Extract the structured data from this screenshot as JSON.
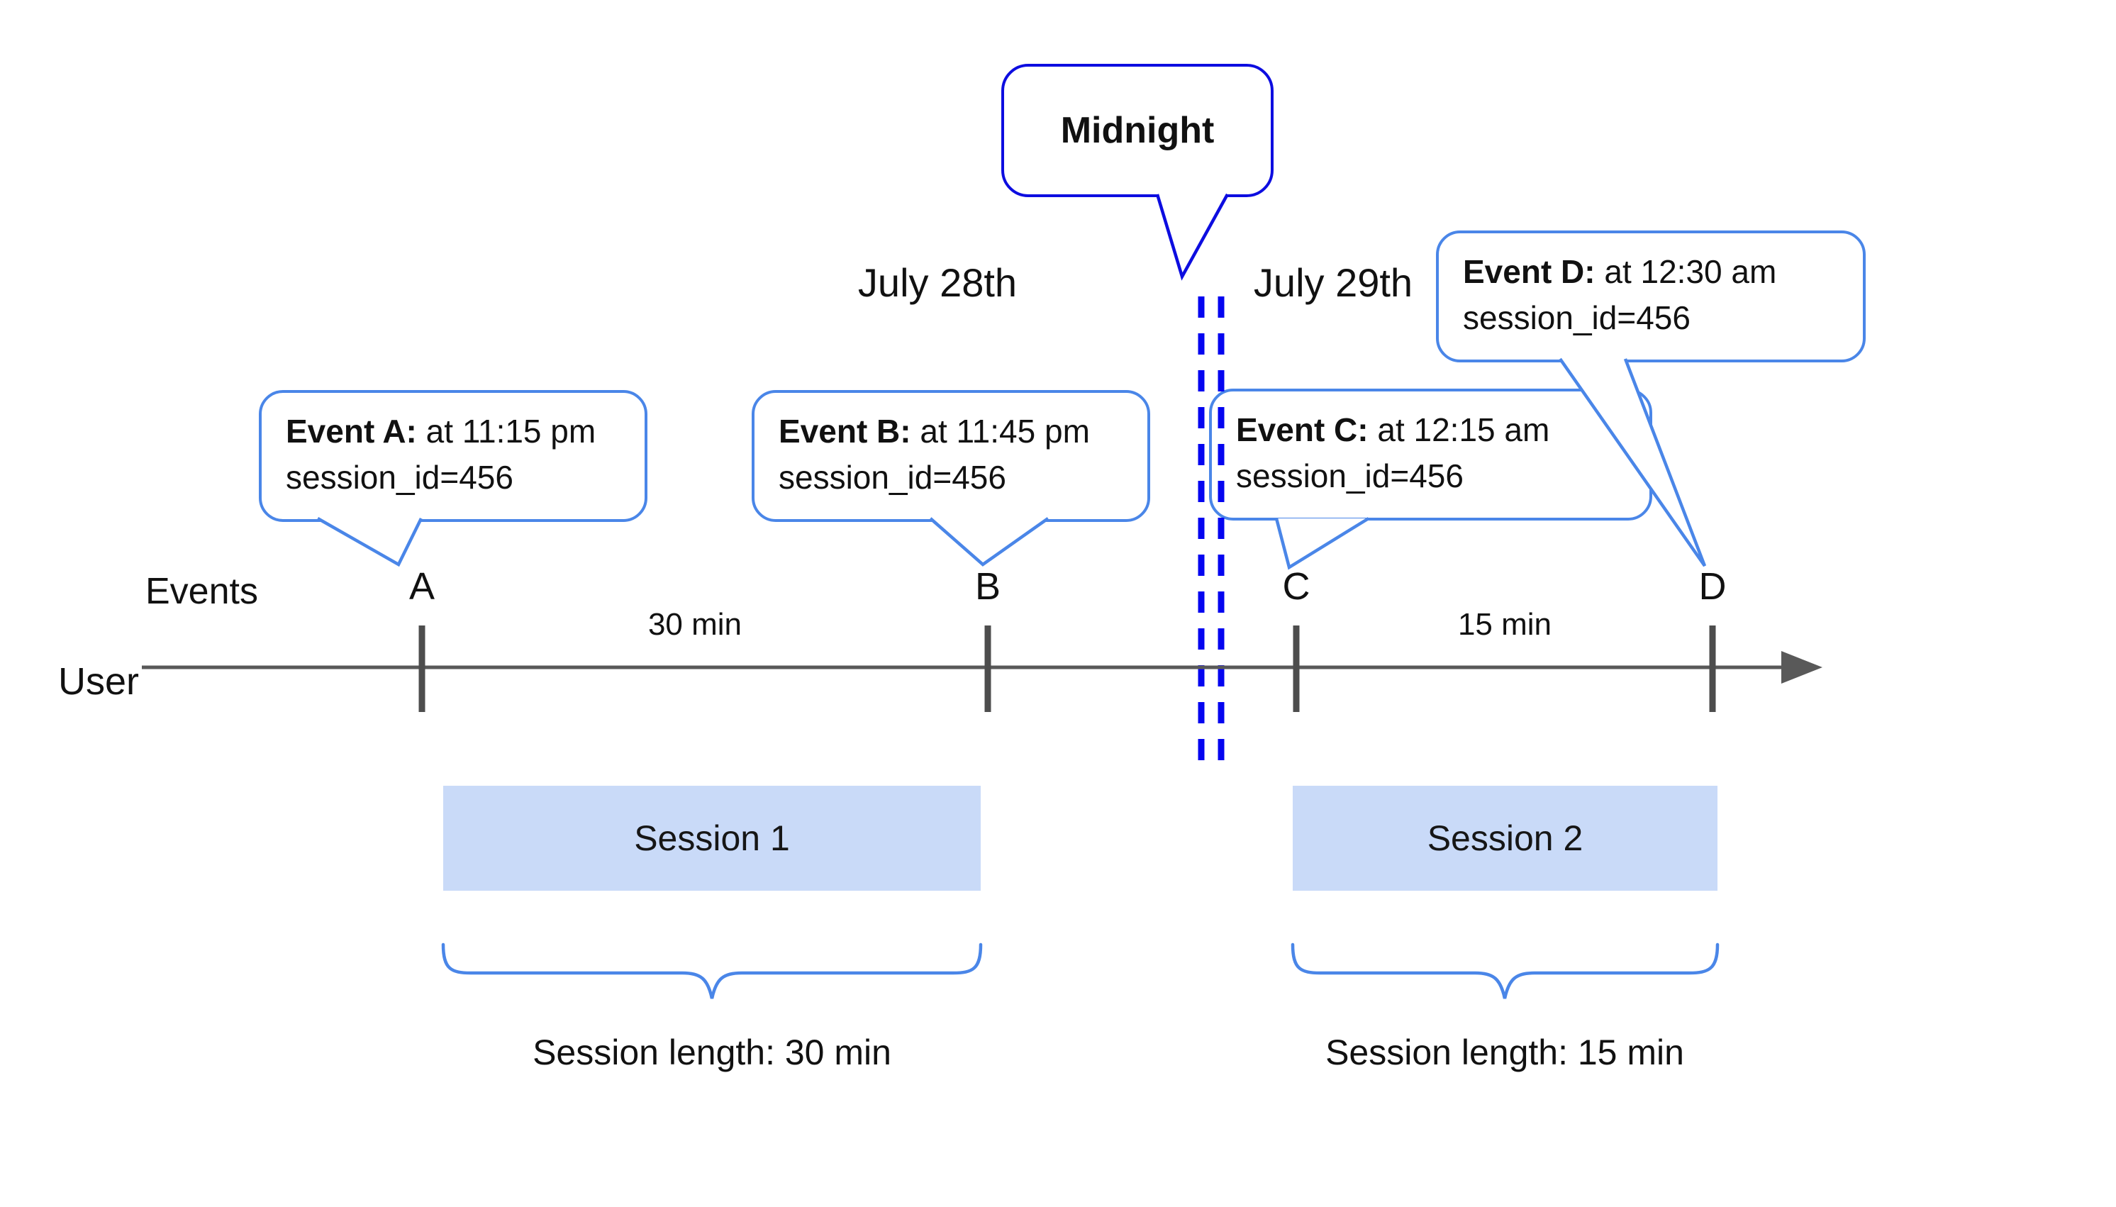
{
  "dates": {
    "day1": "July 28th",
    "day2": "July 29th"
  },
  "midnight": {
    "label": "Midnight"
  },
  "timeline": {
    "events_label": "Events",
    "user_label": "User"
  },
  "events": [
    {
      "id": "A",
      "tick_label": "A",
      "callout_title": "Event A:",
      "callout_time": " at 11:15 pm",
      "callout_session": "session_id=456"
    },
    {
      "id": "B",
      "tick_label": "B",
      "callout_title": "Event B:",
      "callout_time": " at 11:45 pm",
      "callout_session": "session_id=456"
    },
    {
      "id": "C",
      "tick_label": "C",
      "callout_title": "Event C:",
      "callout_time": " at 12:15 am",
      "callout_session": "session_id=456"
    },
    {
      "id": "D",
      "tick_label": "D",
      "callout_title": "Event D:",
      "callout_time": " at 12:30 am",
      "callout_session": "session_id=456"
    }
  ],
  "gaps": [
    {
      "label": "30 min"
    },
    {
      "label": "15 min"
    }
  ],
  "sessions": [
    {
      "box_label": "Session 1",
      "length_label": "Session length: 30 min"
    },
    {
      "box_label": "Session 2",
      "length_label": "Session length: 15 min"
    }
  ],
  "colors": {
    "midnight_blue": "#0d0de0",
    "callout_blue": "#4a86e8",
    "session_fill": "#c9daf8",
    "timeline_gray": "#595959",
    "tick_gray": "#4d4d4d"
  }
}
